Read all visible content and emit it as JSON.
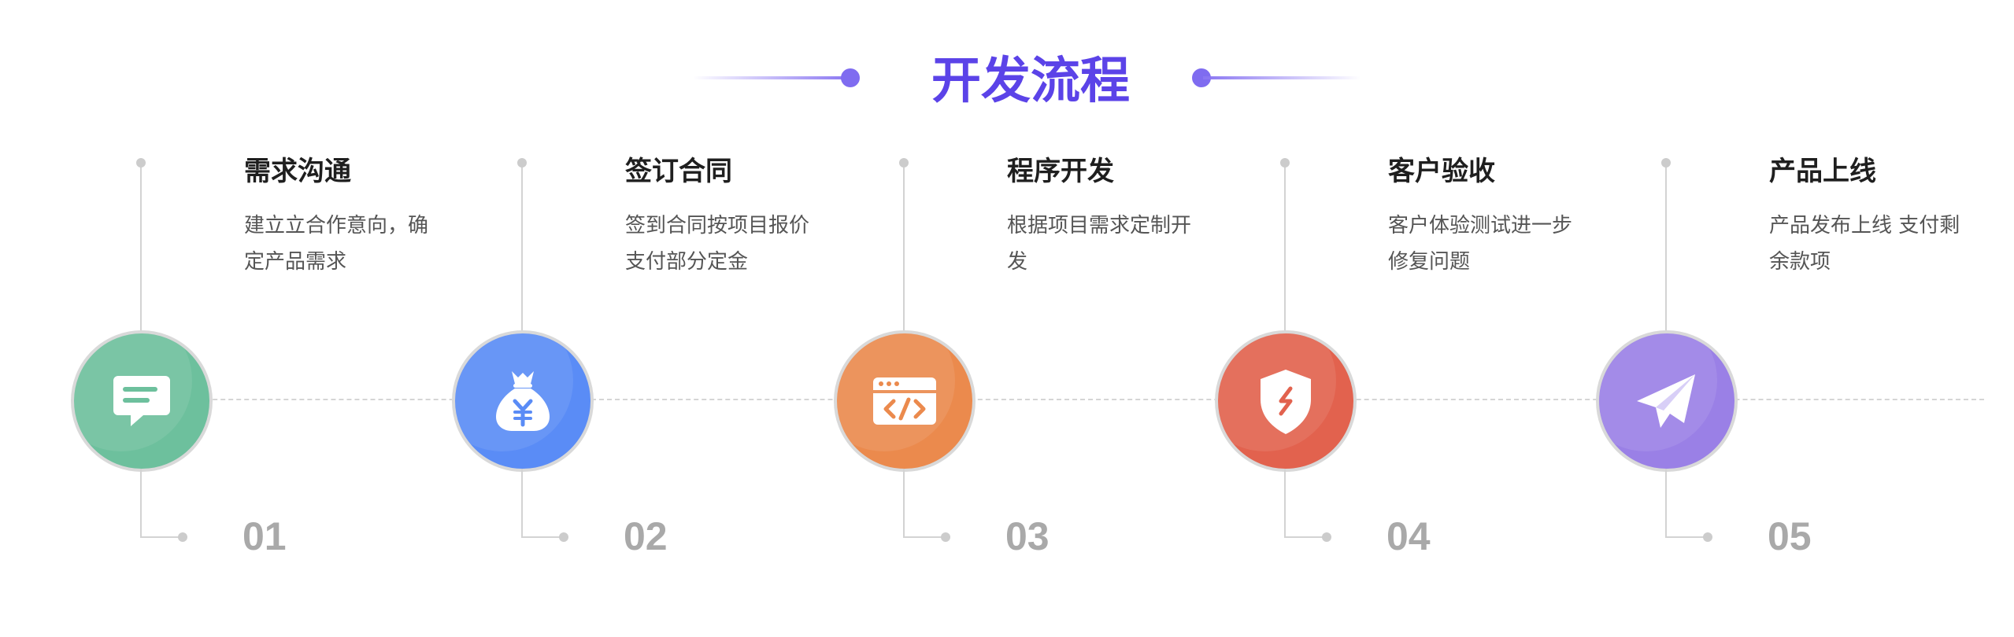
{
  "header": {
    "title": "开发流程"
  },
  "colors": {
    "accent": "#5b43e8",
    "dot": "#7f6cf0"
  },
  "steps": [
    {
      "title": "需求沟通",
      "desc": "建立立合作意向，确定产品需求",
      "number": "01",
      "icon": "chat-icon",
      "color": "#6dc09d"
    },
    {
      "title": "签订合同",
      "desc": "签到合同按项目报价支付部分定金",
      "number": "02",
      "icon": "money-bag-icon",
      "color": "#5a8cf6"
    },
    {
      "title": "程序开发",
      "desc": "根据项目需求定制开发",
      "number": "03",
      "icon": "code-window-icon",
      "color": "#eb8a4d"
    },
    {
      "title": "客户验收",
      "desc": "客户体验测试进一步修复问题",
      "number": "04",
      "icon": "shield-icon",
      "color": "#e2624e"
    },
    {
      "title": "产品上线",
      "desc": "产品发布上线 支付剩余款项",
      "number": "05",
      "icon": "paper-plane-icon",
      "color": "#9a80e6"
    }
  ]
}
